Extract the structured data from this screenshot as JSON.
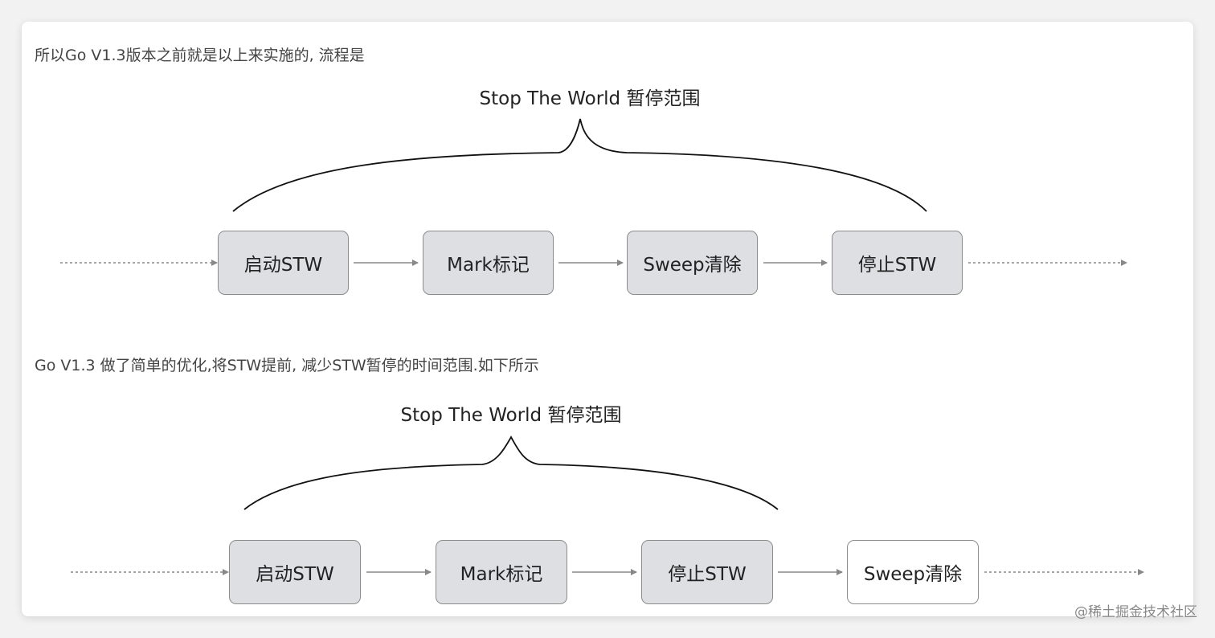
{
  "section1": {
    "caption": "所以Go V1.3版本之前就是以上来实施的, 流程是",
    "brace_label": "Stop The World 暂停范围",
    "steps": [
      "启动STW",
      "Mark标记",
      "Sweep清除",
      "停止STW"
    ]
  },
  "section2": {
    "caption": "Go V1.3 做了简单的优化,将STW提前, 减少STW暂停的时间范围.如下所示",
    "brace_label": "Stop The World 暂停范围",
    "steps": [
      "启动STW",
      "Mark标记",
      "停止STW",
      "Sweep清除"
    ],
    "highlighted_steps": [
      "启动STW",
      "Mark标记",
      "停止STW"
    ]
  },
  "watermark": "@稀土掘金技术社区",
  "colors": {
    "node_fill": "#dedfe3",
    "node_plain_fill": "#ffffff",
    "node_border": "#8c8c8c",
    "connector": "#888888"
  }
}
